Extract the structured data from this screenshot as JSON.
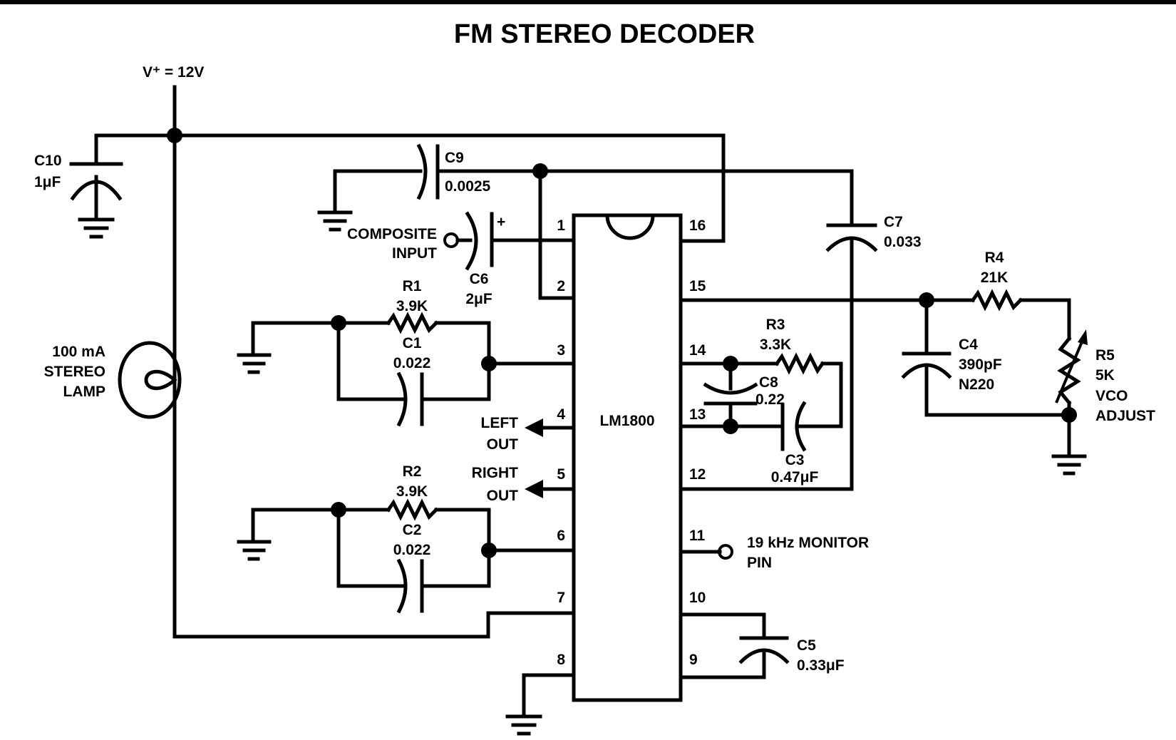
{
  "title": "FM STEREO DECODER",
  "supply": "V⁺ = 12V",
  "ic": {
    "name": "LM1800"
  },
  "pins": [
    "1",
    "2",
    "3",
    "4",
    "5",
    "6",
    "7",
    "8",
    "9",
    "10",
    "11",
    "12",
    "13",
    "14",
    "15",
    "16"
  ],
  "components": {
    "C10": {
      "ref": "C10",
      "value": "1μF"
    },
    "C9": {
      "ref": "C9",
      "value": "0.0025"
    },
    "C6": {
      "ref": "C6",
      "value": "2μF"
    },
    "C7": {
      "ref": "C7",
      "value": "0.033"
    },
    "R4": {
      "ref": "R4",
      "value": "21K"
    },
    "C4": {
      "ref": "C4",
      "value": "390pF",
      "extra": "N220"
    },
    "R5": {
      "ref": "R5",
      "value": "5K",
      "note1": "VCO",
      "note2": "ADJUST"
    },
    "R1": {
      "ref": "R1",
      "value": "3.9K"
    },
    "C1": {
      "ref": "C1",
      "value": "0.022"
    },
    "R2": {
      "ref": "R2",
      "value": "3.9K"
    },
    "C2": {
      "ref": "C2",
      "value": "0.022"
    },
    "R3": {
      "ref": "R3",
      "value": "3.3K"
    },
    "C8": {
      "ref": "C8",
      "value": "0.22"
    },
    "C3": {
      "ref": "C3",
      "value": "0.47μF"
    },
    "C5": {
      "ref": "C5",
      "value": "0.33μF"
    }
  },
  "labels": {
    "composite1": "COMPOSITE",
    "composite2": "INPUT",
    "lamp1": "100 mA",
    "lamp2": "STEREO",
    "lamp3": "LAMP",
    "left1": "LEFT",
    "left2": "OUT",
    "right1": "RIGHT",
    "right2": "OUT",
    "monitor1": "19 kHz MONITOR",
    "monitor2": "PIN",
    "plus": "+"
  }
}
